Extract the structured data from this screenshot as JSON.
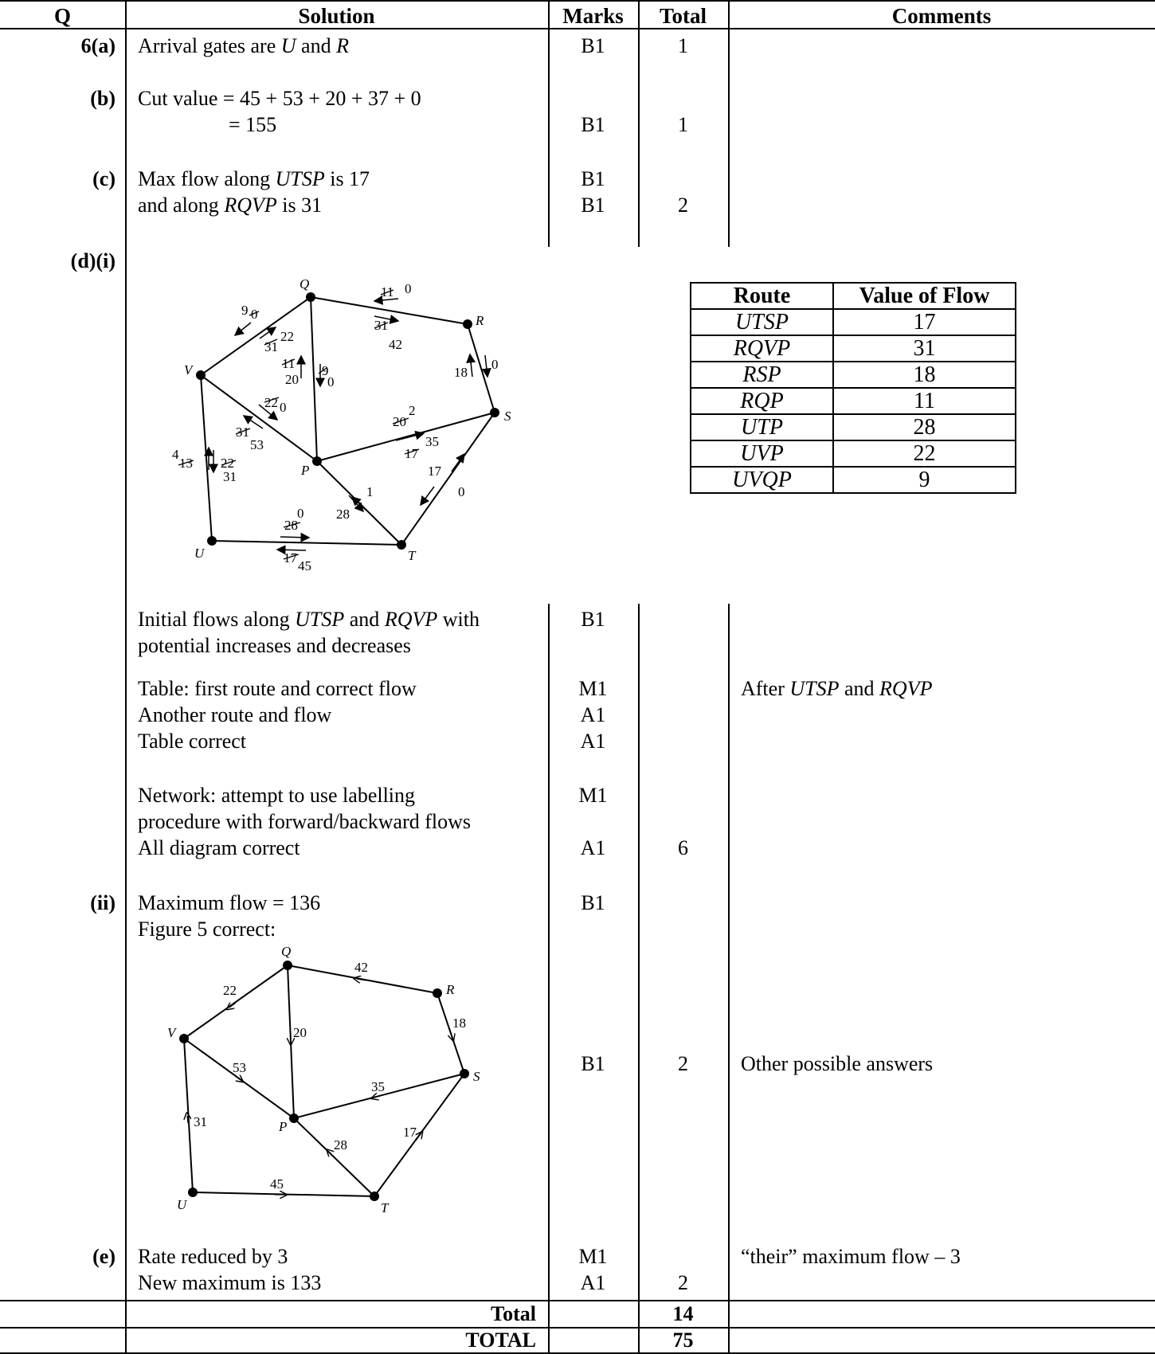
{
  "header": {
    "q": "Q",
    "solution": "Solution",
    "marks": "Marks",
    "total": "Total",
    "comments": "Comments"
  },
  "rows": {
    "a": {
      "q": "6(a)",
      "solution": "Arrival gates are U and R",
      "mark": "B1",
      "total": "1"
    },
    "b": {
      "q": "(b)",
      "line1": "Cut value = 45 + 53 + 20 + 37 + 0",
      "line2": "= 155",
      "mark": "B1",
      "total": "1"
    },
    "c": {
      "q": "(c)",
      "line1": "Max flow along UTSP is 17",
      "line2": "and along RQVP is 31",
      "mark1": "B1",
      "mark2": "B1",
      "total": "2"
    },
    "d_i": {
      "q": "(d)(i)",
      "lines": [
        "Initial flows along UTSP and RQVP with",
        "potential increases and decreases",
        "Table: first route and correct flow",
        "Another route and flow",
        "Table correct",
        "Network: attempt to use labelling",
        "procedure with forward/backward flows",
        "All diagram correct"
      ],
      "marks": [
        "B1",
        "M1",
        "A1",
        "A1",
        "M1",
        "A1"
      ],
      "total": "6",
      "comment": "After UTSP and RQVP"
    },
    "d_ii": {
      "q": "(ii)",
      "line1": "Maximum flow   = 136",
      "line2": "Figure 5 correct:",
      "mark1": "B1",
      "mark2": "B1",
      "total": "2",
      "comment": "Other possible answers"
    },
    "e": {
      "q": "(e)",
      "line1": "Rate reduced by 3",
      "line2": "New maximum is 133",
      "mark1": "M1",
      "mark2": "A1",
      "total": "2",
      "comment": "“their” maximum flow – 3"
    }
  },
  "footer": {
    "total_label": "Total",
    "total_value": "14",
    "grand_label": "TOTAL",
    "grand_value": "75"
  },
  "route_table": {
    "headers": [
      "Route",
      "Value of Flow"
    ],
    "rows": [
      [
        "UTSP",
        "17"
      ],
      [
        "RQVP",
        "31"
      ],
      [
        "RSP",
        "18"
      ],
      [
        "RQP",
        "11"
      ],
      [
        "UTP",
        "28"
      ],
      [
        "UVP",
        "22"
      ],
      [
        "UVQP",
        "9"
      ]
    ]
  },
  "network1": {
    "nodes": [
      "Q",
      "R",
      "S",
      "V",
      "P",
      "U",
      "T"
    ],
    "edge_labels": {
      "QR_old": "11",
      "QR_new": "0",
      "QR_fwd_old": "31",
      "QR_fwd": "42",
      "VQ_back_new": "9",
      "VQ_back_old": "0",
      "VQ_fwd_old": "31",
      "VQ_fwd": "22",
      "QP_up_old": "11",
      "QP_up": "20",
      "QP_down_old": "9",
      "QP_down": "0",
      "RS_up": "18",
      "RS_down": "0",
      "VP_old": "22",
      "VP_new": "0",
      "VP_b_old": "31",
      "VP_b": "53",
      "PS_old": "20",
      "PS_new": "2",
      "PS_fwd_old": "17",
      "PS_fwd": "35",
      "VU_old": "13",
      "VU_new": "4",
      "VU_d_old": "22",
      "VU_d": "31",
      "PT_up": "1",
      "PT_down": "28",
      "TS_left": "17",
      "TS_right": "0",
      "UT_old": "28",
      "UT_new": "0",
      "UT_b_old": "17",
      "UT_b": "45"
    }
  },
  "network2": {
    "nodes": [
      "Q",
      "R",
      "S",
      "V",
      "P",
      "U",
      "T"
    ],
    "edge_labels": {
      "QR": "42",
      "RS": "18",
      "VQ": "22",
      "QP": "20",
      "VP": "53",
      "PS": "35",
      "VU": "31",
      "PT": "28",
      "TS": "17",
      "UT": "45"
    }
  }
}
